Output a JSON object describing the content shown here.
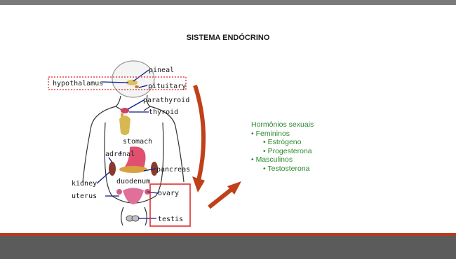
{
  "slide": {
    "title": "SISTEMA ENDÓCRINO"
  },
  "diagram": {
    "labels": {
      "pineal": "pineal",
      "hypothalamus": "hypothalamus",
      "pituitary": "pituitary",
      "parathyroid": "parathyroid",
      "thyroid": "thyroid",
      "stomach": "stomach",
      "adrenal": "adrenal",
      "pancreas": "pancreas",
      "kidney": "kidney",
      "duodenum": "duodenum",
      "ovary": "ovary",
      "uterus": "uterus",
      "testis": "testis"
    },
    "colors": {
      "leader_line": "#0b1a8c",
      "highlight_box": "#e02020",
      "arrow": "#c0401a"
    }
  },
  "hormones": {
    "heading": "Hormônios sexuais",
    "female_label": "• Femininos",
    "female_items": [
      "• Estrógeno",
      "• Progesterona"
    ],
    "male_label": "• Masculinos",
    "male_items": [
      "• Testosterona"
    ]
  }
}
